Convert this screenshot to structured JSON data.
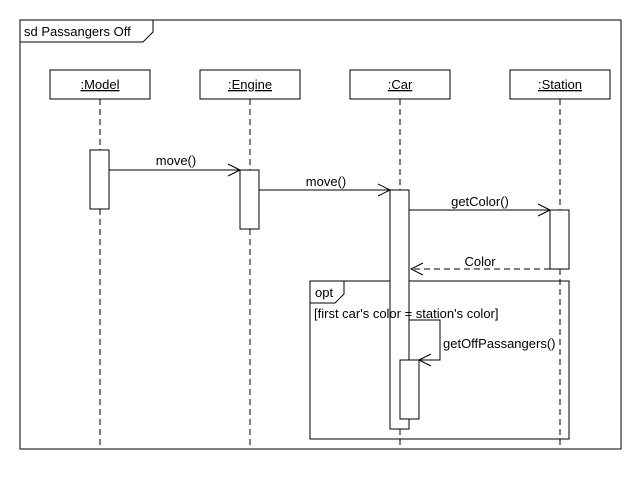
{
  "frame": {
    "label": "sd Passangers Off"
  },
  "lifelines": [
    {
      "id": "model",
      "name": ":Model"
    },
    {
      "id": "engine",
      "name": ":Engine"
    },
    {
      "id": "car",
      "name": ":Car"
    },
    {
      "id": "station",
      "name": ":Station"
    }
  ],
  "messages": [
    {
      "id": "move1",
      "label": "move()",
      "kind": "sync"
    },
    {
      "id": "move2",
      "label": "move()",
      "kind": "sync"
    },
    {
      "id": "getcolor",
      "label": "getColor()",
      "kind": "sync"
    },
    {
      "id": "color",
      "label": "Color",
      "kind": "return"
    },
    {
      "id": "getoff",
      "label": "getOffPassangers()",
      "kind": "self"
    }
  ],
  "fragment": {
    "operator": "opt",
    "guard": "[first car's color = station's color]"
  }
}
